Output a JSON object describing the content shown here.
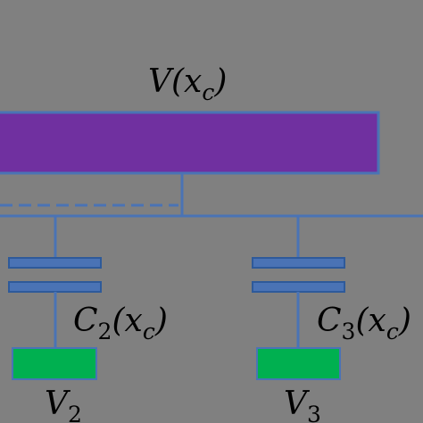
{
  "labels": {
    "potential": "V(x",
    "potential_sub": "c",
    "potential_close": ")",
    "cap2_main": "C",
    "cap2_index": "2",
    "cap2_arg": "(x",
    "cap2_sub": "c",
    "cap2_close": ")",
    "cap3_main": "C",
    "cap3_index": "3",
    "cap3_arg": "(x",
    "cap3_sub": "c",
    "cap3_close": ")",
    "v2_main": "V",
    "v2_sub": "2",
    "v3_main": "V",
    "v3_sub": "3"
  },
  "colors": {
    "background": "#808080",
    "bar_fill": "#7030a0",
    "wire": "#4a73b5",
    "source_fill": "#00b050",
    "plate_fill": "#4a73b5",
    "plate_stroke": "#2e5a9a"
  }
}
